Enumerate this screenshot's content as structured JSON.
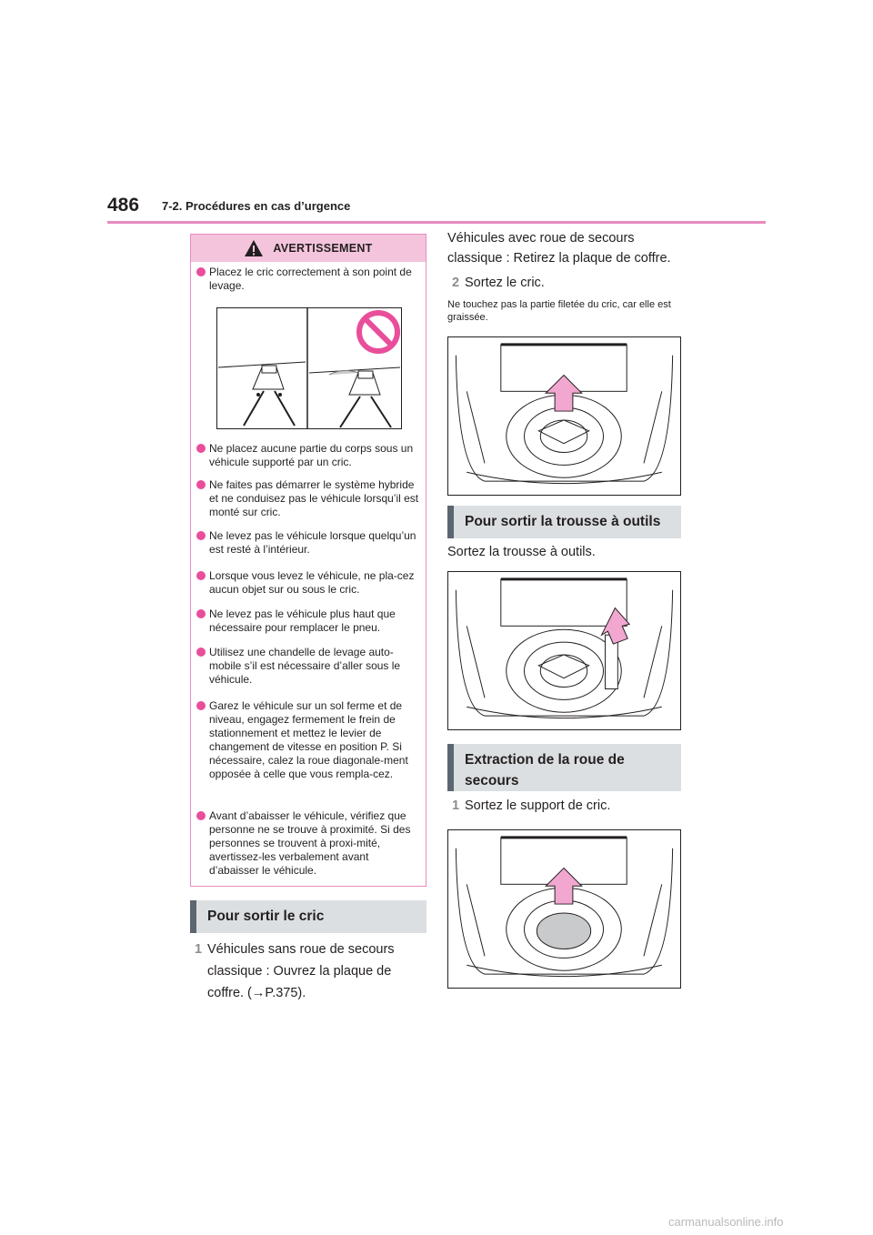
{
  "header": {
    "page_number": "486",
    "section": "7-2. Procédures en cas d’urgence"
  },
  "warning": {
    "title": "AVERTISSEMENT",
    "items": [
      "Placez le cric correctement à son point de levage.",
      "Ne placez aucune partie du corps sous un véhicule supporté par un cric.",
      "Ne faites pas démarrer le système hybride et ne conduisez pas le véhicule lorsqu’il est monté sur cric.",
      "Ne levez pas le véhicule lorsque quelqu’un est resté à l’intérieur.",
      "Lorsque vous levez le véhicule, ne pla-cez aucun objet sur ou sous le cric.",
      "Ne levez pas le véhicule plus haut que nécessaire pour remplacer le pneu.",
      "Utilisez une chandelle de levage auto-mobile s’il est nécessaire d’aller sous le véhicule.",
      "Garez le véhicule sur un sol ferme et de niveau, engagez fermement le frein de stationnement et mettez le levier de changement de vitesse en position P. Si nécessaire, calez la roue diagonale-ment opposée à celle que vous rempla-cez.",
      "Avant d’abaisser le véhicule, vérifiez que personne ne se trouve à proximité. Si des personnes se trouvent à proxi-mité, avertissez-les verbalement avant d’abaisser le véhicule."
    ]
  },
  "section_jack": {
    "title": "Pour sortir le cric",
    "step1_num": "1",
    "step1_text": "Véhicules sans roue de secours classique : Ouvrez la plaque de coffre. (→P.375).",
    "step1_cont": "Véhicules avec roue de secours classique : Retirez la plaque de coffre.",
    "step2_num": "2",
    "step2_text": "Sortez le cric.",
    "note": "Ne touchez pas la partie filetée du cric, car elle est graissée."
  },
  "section_tools": {
    "title": "Pour sortir la trousse à outils",
    "text": "Sortez la trousse à outils."
  },
  "section_spare": {
    "title": "Extraction de la roue de secours",
    "step1_num": "1",
    "step1_text": "Sortez le support de cric."
  },
  "watermark": "carmanualsonline.info",
  "colors": {
    "accent_pink": "#e98bc0",
    "warning_header_bg": "#f4c4dc",
    "bullet_pink": "#e94e9b",
    "sub_header_bg": "#dcdfe1",
    "sub_header_bar": "#5c6670",
    "arrow_fill": "#f1a7cf"
  },
  "icons": [
    "warning-triangle-icon",
    "prohibited-icon",
    "arrow-up-icon"
  ]
}
